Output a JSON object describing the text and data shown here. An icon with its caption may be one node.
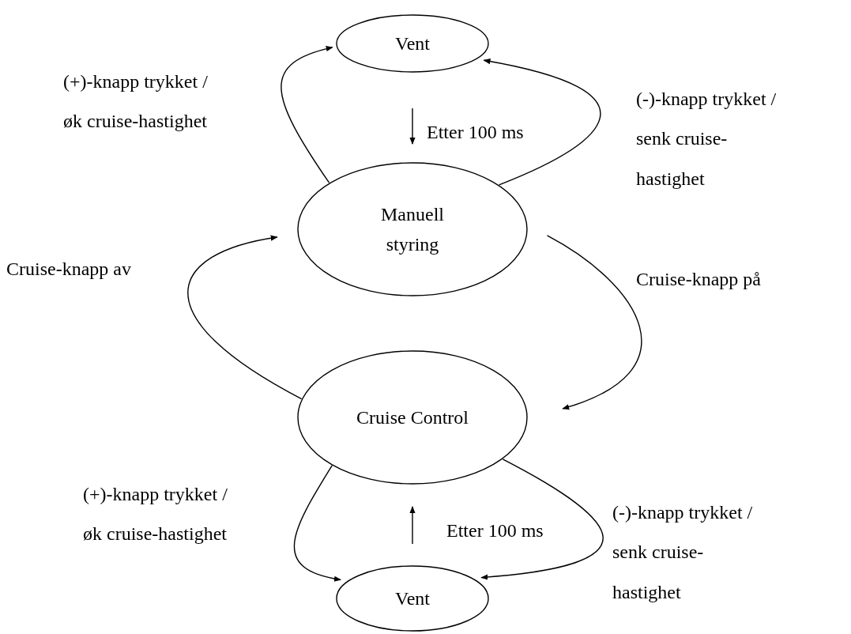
{
  "diagram": {
    "nodes": [
      {
        "text": [
          "Vent"
        ]
      },
      {
        "text": [
          "Manuell styring"
        ]
      },
      {
        "text": [
          "Cruise Control"
        ]
      },
      {
        "text": [
          "Vent"
        ]
      }
    ],
    "edges": [
      {
        "from": 1,
        "to": 0,
        "arrow": "to",
        "label": "(+)-knapp trykket / øk cruise-hastighet"
      },
      {
        "from": 1,
        "to": 0,
        "arrow": "to",
        "label": "(-)-knapp trykket / senk cruise-hastighet"
      },
      {
        "from": 0,
        "to": 1,
        "arrow": "to",
        "label": "Etter 100 ms"
      },
      {
        "from": 1,
        "to": 2,
        "arrow": "to",
        "label": "Cruise-knapp på"
      },
      {
        "from": 2,
        "to": 1,
        "arrow": "to",
        "label": "Cruise-knapp av"
      },
      {
        "from": 2,
        "to": 3,
        "arrow": "to",
        "label": "(+)-knapp trykket / øk cruise-hastighet"
      },
      {
        "from": 2,
        "to": 3,
        "arrow": "to",
        "label": "(-)-knapp trykket / senk cruise-hastighet"
      },
      {
        "from": 3,
        "to": 2,
        "arrow": "to",
        "label": "Etter 100 ms"
      }
    ]
  }
}
